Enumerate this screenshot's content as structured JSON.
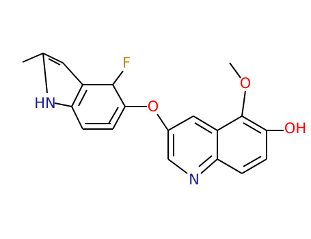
{
  "molecule": {
    "atoms": {
      "fluorine": {
        "label": "F",
        "color": "#b8860b"
      },
      "nh": {
        "label": "HN",
        "color": "#1a1a9e"
      },
      "ether_oxygen": {
        "label": "O",
        "color": "#ff0000"
      },
      "methoxy_oxygen": {
        "label": "O",
        "color": "#ff0000"
      },
      "hydroxyl": {
        "label": "OH",
        "color": "#ff0000"
      },
      "quinoline_n": {
        "label": "N",
        "color": "#1a1a9e"
      }
    },
    "bond_color": "#000000"
  }
}
